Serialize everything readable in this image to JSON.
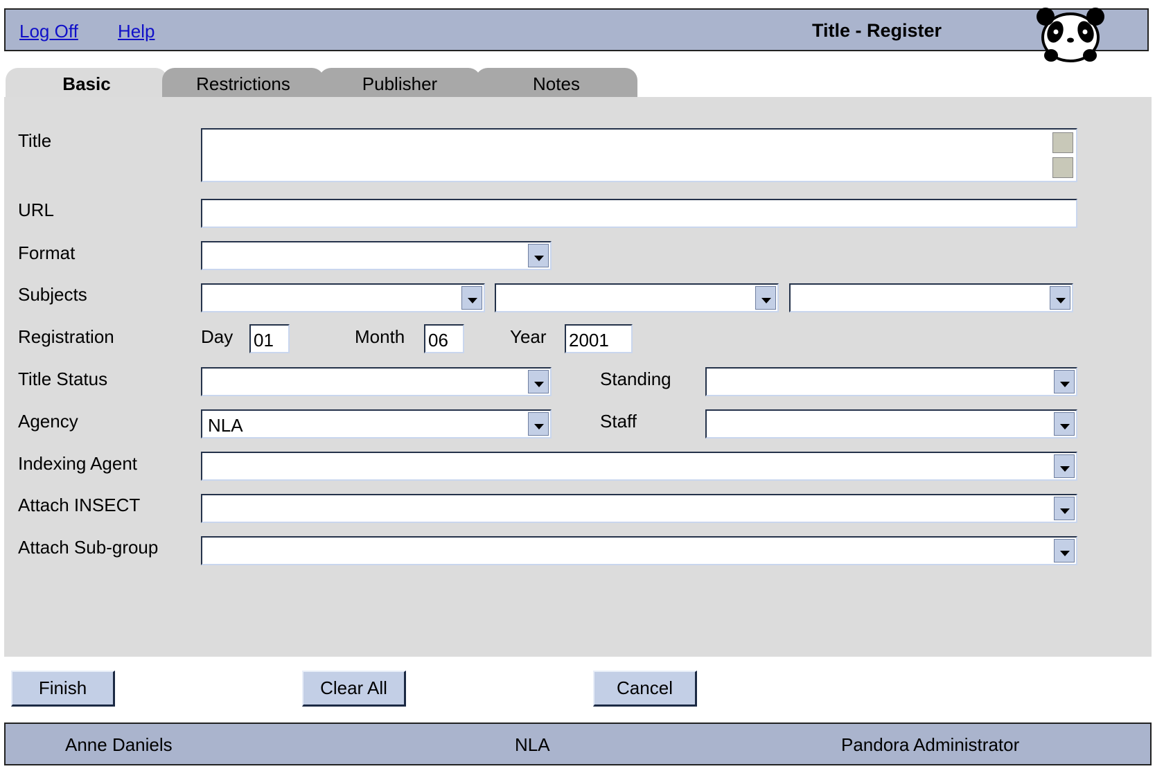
{
  "header": {
    "logoff_label": "Log Off",
    "help_label": "Help",
    "title": "Title - Register"
  },
  "tabs": [
    {
      "label": "Basic",
      "active": true
    },
    {
      "label": "Restrictions",
      "active": false
    },
    {
      "label": "Publisher",
      "active": false
    },
    {
      "label": "Notes",
      "active": false
    }
  ],
  "form": {
    "title": {
      "label": "Title",
      "value": ""
    },
    "url": {
      "label": "URL",
      "value": ""
    },
    "format": {
      "label": "Format",
      "value": ""
    },
    "subjects": {
      "label": "Subjects",
      "values": [
        "",
        "",
        ""
      ]
    },
    "registration": {
      "label": "Registration",
      "day_label": "Day",
      "day": "01",
      "month_label": "Month",
      "month": "06",
      "year_label": "Year",
      "year": "2001"
    },
    "title_status": {
      "label": "Title Status",
      "value": ""
    },
    "standing": {
      "label": "Standing",
      "value": ""
    },
    "agency": {
      "label": "Agency",
      "value": "NLA"
    },
    "staff": {
      "label": "Staff",
      "value": ""
    },
    "indexing_agent": {
      "label": "Indexing Agent",
      "value": ""
    },
    "attach_insect": {
      "label": "Attach INSECT",
      "value": ""
    },
    "attach_subgroup": {
      "label": "Attach Sub-group",
      "value": ""
    }
  },
  "buttons": {
    "finish": "Finish",
    "clear_all": "Clear All",
    "cancel": "Cancel"
  },
  "footer": {
    "user": "Anne Daniels",
    "agency": "NLA",
    "role": "Pandora Administrator"
  },
  "colors": {
    "header_bg": "#aab4cd",
    "panel_bg": "#dcdcdc",
    "link": "#1010c8",
    "button_bg": "#c3cfe6"
  },
  "icons": {
    "logo": "panda-icon",
    "dropdown": "chevron-down-icon"
  }
}
